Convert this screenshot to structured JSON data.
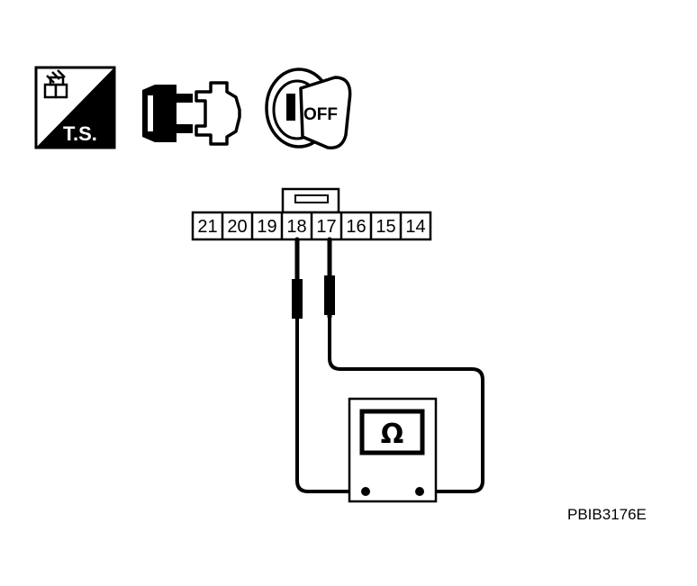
{
  "icons": {
    "ts_icon": {
      "label": "T.S."
    },
    "connector_icon": {},
    "ignition_icon": {
      "label": "OFF"
    }
  },
  "connector": {
    "pins": [
      "21",
      "20",
      "19",
      "18",
      "17",
      "16",
      "15",
      "14"
    ]
  },
  "meter": {
    "symbol": "Ω"
  },
  "figure_code": "PBIB3176E",
  "colors": {
    "line": "#000000",
    "background": "#ffffff"
  }
}
